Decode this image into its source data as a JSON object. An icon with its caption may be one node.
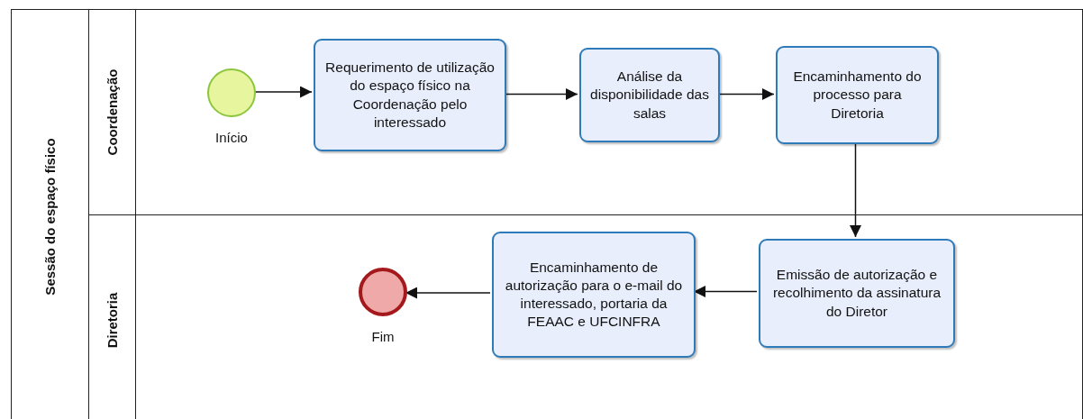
{
  "diagram": {
    "nodes": [
      {
        "text": [
          "Sessão do espaço físico"
        ]
      },
      {
        "text": [
          "Coordenação"
        ],
        "in": 0
      },
      {
        "text": [
          "Diretoria"
        ],
        "in": 0
      },
      {
        "text": [],
        "shape": "circle",
        "beside": [
          "Início"
        ],
        "in": 1
      },
      {
        "text": [
          "Requerimento de utilização do espaço físico na Coordenação pelo interessado"
        ],
        "in": 1
      },
      {
        "text": [
          "Análise da disponibilidade das salas"
        ],
        "in": 1
      },
      {
        "text": [
          "Encaminhamento do processo para Diretoria"
        ],
        "in": 1
      },
      {
        "text": [
          "Emissão de autorização e recolhimento da assinatura do Diretor"
        ],
        "in": 2
      },
      {
        "text": [
          "Encaminhamento de autorização para o e-mail do interessado, portaria da FEAAC e UFCINFRA"
        ],
        "in": 2
      },
      {
        "text": [],
        "shape": "circle",
        "beside": [
          "Fim"
        ],
        "in": 2
      }
    ],
    "edges": [
      {
        "from": 3,
        "to": 4,
        "arrow": "to"
      },
      {
        "from": 4,
        "to": 5,
        "arrow": "to"
      },
      {
        "from": 5,
        "to": 6,
        "arrow": "to"
      },
      {
        "from": 6,
        "to": 7,
        "arrow": "to"
      },
      {
        "from": 7,
        "to": 8,
        "arrow": "to"
      },
      {
        "from": 8,
        "to": 9,
        "arrow": "to"
      }
    ]
  }
}
